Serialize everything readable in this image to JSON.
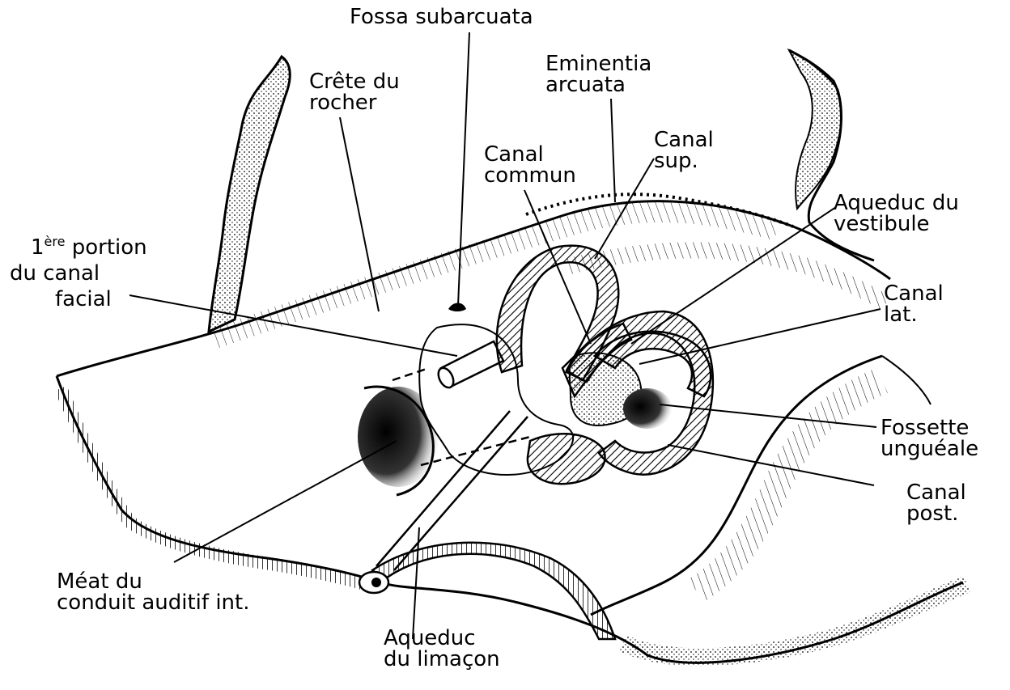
{
  "labels": {
    "fossa_subarcuata": "Fossa subarcuata",
    "crete_du_rocher": {
      "line1": "Crête du",
      "line2": "rocher"
    },
    "eminentia_arcuata": {
      "line1": "Eminentia",
      "line2": "arcuata"
    },
    "canal_commun": {
      "line1": "Canal",
      "line2": "commun"
    },
    "canal_sup": {
      "line1": "Canal",
      "line2": "sup."
    },
    "aqueduc_du_vestibule": {
      "line1": "Aqueduc du",
      "line2": "vestibule"
    },
    "premiere_portion_canal_facial": {
      "line1_num": "1",
      "line1_sup": "ère",
      "line1_rest": " portion",
      "line2": "du canal",
      "line3": "facial"
    },
    "canal_lat": {
      "line1": "Canal",
      "line2": "lat."
    },
    "fossette_ungueale": {
      "line1": "Fossette",
      "line2": "unguéale"
    },
    "canal_post": {
      "line1": "Canal",
      "line2": "post."
    },
    "meat_conduit_auditif": {
      "line1": "Méat du",
      "line2": "conduit auditif int."
    },
    "aqueduc_du_limacon": {
      "line1": "Aqueduc",
      "line2": "du limaçon"
    }
  },
  "colors": {
    "ink": "#000000",
    "paper": "#ffffff"
  }
}
